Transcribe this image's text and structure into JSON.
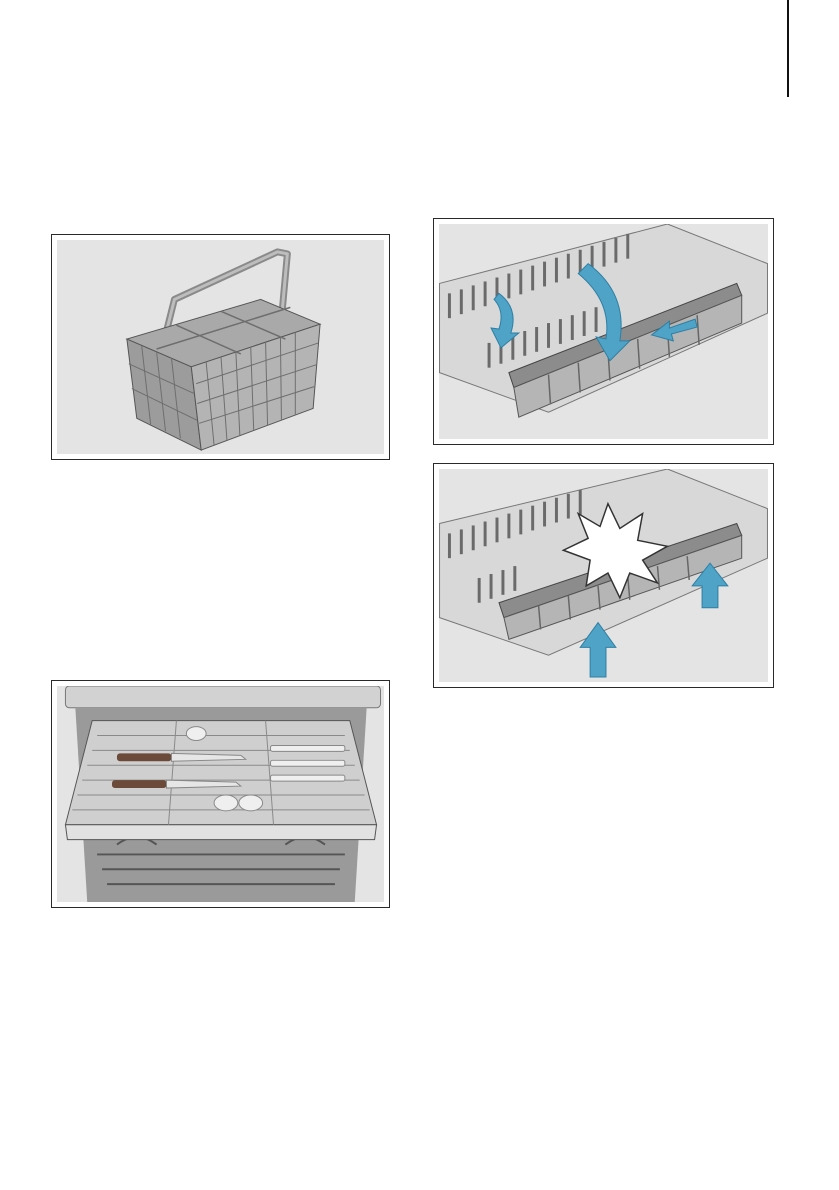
{
  "page": {
    "side_rule": "margin-marker",
    "figures": [
      {
        "id": "cutlery-basket",
        "icon": "cutlery-basket-illustration"
      },
      {
        "id": "upper-rack-fold",
        "icon": "rack-fold-down-illustration",
        "arrow_color": "#4fa3c7"
      },
      {
        "id": "upper-rack-lift",
        "icon": "rack-lift-up-illustration",
        "arrow_color": "#4fa3c7"
      },
      {
        "id": "cutlery-drawer",
        "icon": "cutlery-drawer-illustration"
      }
    ]
  }
}
